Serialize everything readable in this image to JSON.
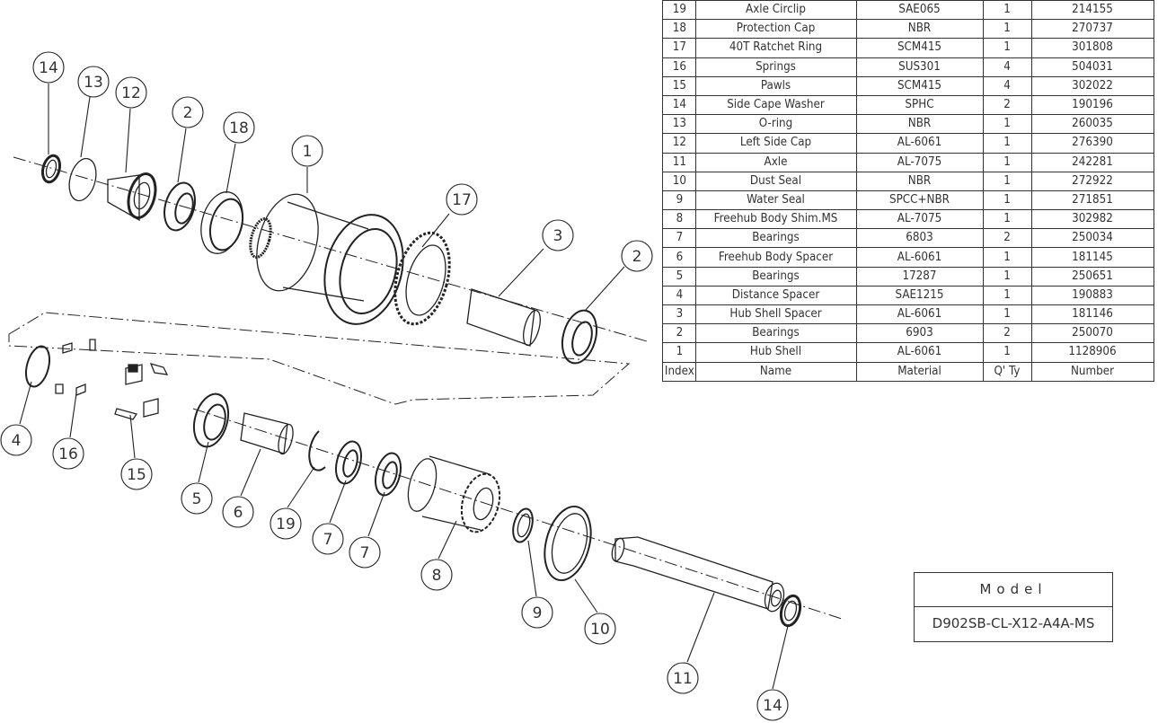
{
  "bom": {
    "rows": [
      {
        "index": "19",
        "name": "Axle Circlip",
        "material": "SAE065",
        "qty": "1",
        "number": "214155"
      },
      {
        "index": "18",
        "name": "Protection Cap",
        "material": "NBR",
        "qty": "1",
        "number": "270737"
      },
      {
        "index": "17",
        "name": "40T Ratchet Ring",
        "material": "SCM415",
        "qty": "1",
        "number": "301808"
      },
      {
        "index": "16",
        "name": "Springs",
        "material": "SUS301",
        "qty": "4",
        "number": "504031"
      },
      {
        "index": "15",
        "name": "Pawls",
        "material": "SCM415",
        "qty": "4",
        "number": "302022"
      },
      {
        "index": "14",
        "name": "Side Cape Washer",
        "material": "SPHC",
        "qty": "2",
        "number": "190196"
      },
      {
        "index": "13",
        "name": "O-ring",
        "material": "NBR",
        "qty": "1",
        "number": "260035"
      },
      {
        "index": "12",
        "name": "Left Side Cap",
        "material": "AL-6061",
        "qty": "1",
        "number": "276390"
      },
      {
        "index": "11",
        "name": "Axle",
        "material": "AL-7075",
        "qty": "1",
        "number": "242281"
      },
      {
        "index": "10",
        "name": "Dust Seal",
        "material": "NBR",
        "qty": "1",
        "number": "272922"
      },
      {
        "index": "9",
        "name": "Water Seal",
        "material": "SPCC+NBR",
        "qty": "1",
        "number": "271851"
      },
      {
        "index": "8",
        "name": "Freehub Body Shim.MS",
        "material": "AL-7075",
        "qty": "1",
        "number": "302982"
      },
      {
        "index": "7",
        "name": "Bearings",
        "material": "6803",
        "qty": "2",
        "number": "250034"
      },
      {
        "index": "6",
        "name": "Freehub Body Spacer",
        "material": "AL-6061",
        "qty": "1",
        "number": "181145"
      },
      {
        "index": "5",
        "name": "Bearings",
        "material": "17287",
        "qty": "1",
        "number": "250651"
      },
      {
        "index": "4",
        "name": "Distance Spacer",
        "material": "SAE1215",
        "qty": "1",
        "number": "190883"
      },
      {
        "index": "3",
        "name": "Hub Shell Spacer",
        "material": "AL-6061",
        "qty": "1",
        "number": "181146"
      },
      {
        "index": "2",
        "name": "Bearings",
        "material": "6903",
        "qty": "2",
        "number": "250070"
      },
      {
        "index": "1",
        "name": "Hub Shell",
        "material": "AL-6061",
        "qty": "1",
        "number": "1128906"
      }
    ],
    "header": {
      "index": "Index",
      "name": "Name",
      "material": "Material",
      "qty": "Q' Ty",
      "number": "Number"
    }
  },
  "model": {
    "label": "Model",
    "value": "D902SB-CL-X12-A4A-MS"
  },
  "balloons": [
    "14",
    "13",
    "12",
    "2",
    "18",
    "1",
    "17",
    "3",
    "2",
    "4",
    "16",
    "15",
    "5",
    "6",
    "19",
    "7",
    "7",
    "8",
    "9",
    "10",
    "11",
    "14"
  ]
}
